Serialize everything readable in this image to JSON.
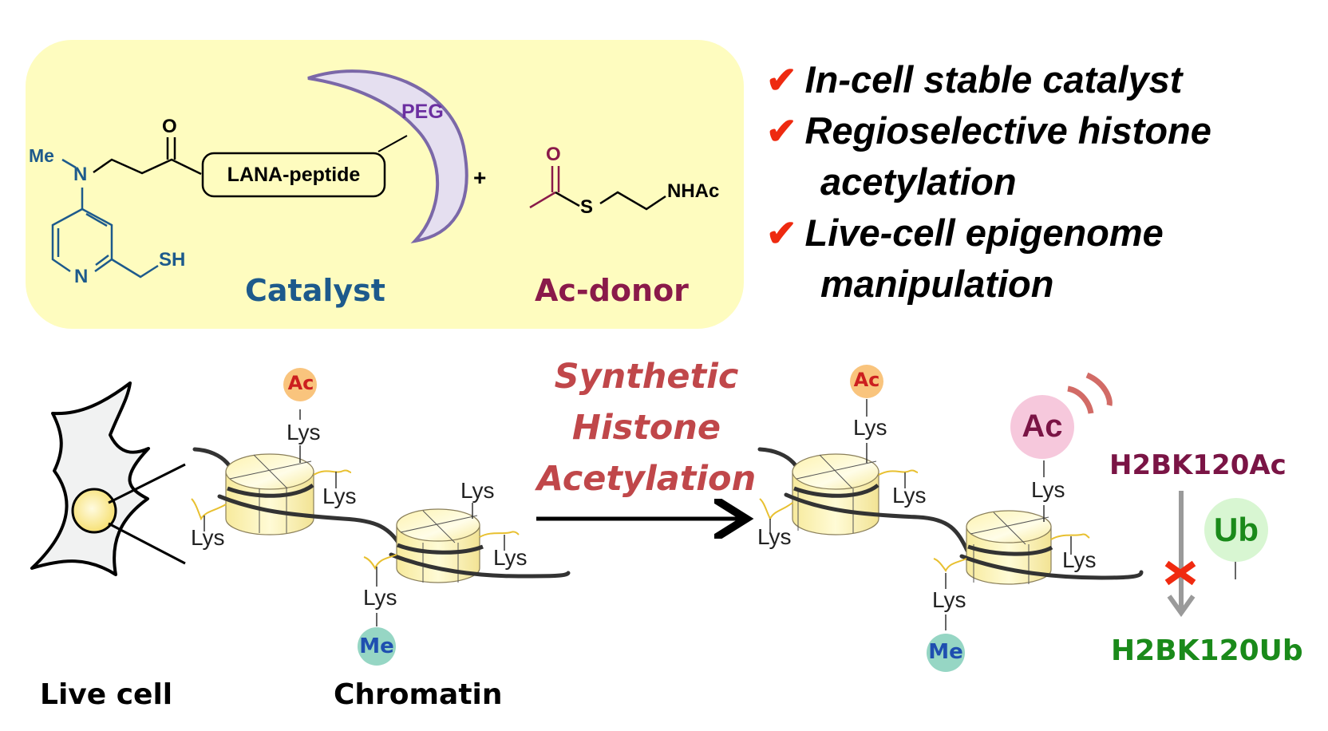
{
  "catalyst": {
    "me": "Me",
    "n_amine": "N",
    "carbonyl_o": "O",
    "peptide": "LANA-peptide",
    "peg": "PEG",
    "sh": "SH",
    "n_pyridine": "N",
    "label": "Catalyst"
  },
  "plus": "+",
  "donor": {
    "o": "O",
    "s": "S",
    "nhac": "NHAc",
    "label": "Ac-donor"
  },
  "features": [
    {
      "check": "✔",
      "lines": [
        "In-cell stable catalyst"
      ]
    },
    {
      "check": "✔",
      "lines": [
        "Regioselective histone",
        "acetylation"
      ]
    },
    {
      "check": "✔",
      "lines": [
        "Live-cell epigenome",
        "manipulation"
      ]
    }
  ],
  "process": {
    "lines": [
      "Synthetic",
      "Histone",
      "Acetylation"
    ]
  },
  "labels": {
    "live_cell": "Live cell",
    "chromatin": "Chromatin",
    "lys": "Lys",
    "ac": "Ac",
    "me": "Me",
    "ub": "Ub",
    "h2bk120ac": "H2BK120Ac",
    "h2bk120ub": "H2BK120Ub"
  },
  "colors": {
    "panel": "#fefcbf",
    "catalyst_blue": "#1d5a8c",
    "donor_maroon": "#8a1a4a",
    "peg_purple": "#6b3fa0",
    "check_red": "#ee2a10",
    "process_red": "#c0474a",
    "ub_green": "#1a8a1a"
  }
}
